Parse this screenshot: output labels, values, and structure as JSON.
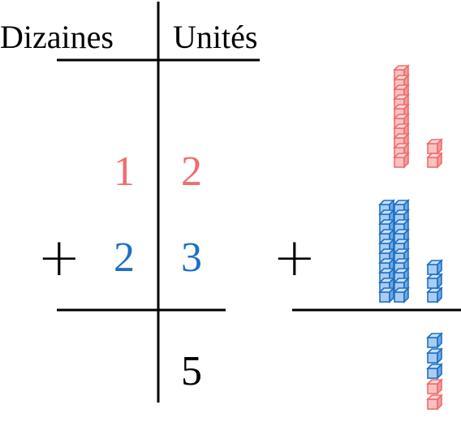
{
  "headers": {
    "tens": "Dizaines",
    "units": "Unités"
  },
  "addition": {
    "row1": {
      "tens": "1",
      "units": "2"
    },
    "row2": {
      "operator": "+",
      "tens": "2",
      "units": "3"
    },
    "result": {
      "units": "5"
    }
  },
  "blocks_operator": "+",
  "colors": {
    "red": "#f26b6b",
    "blue": "#1f6fc4",
    "ink": "#000000"
  },
  "blocks": {
    "first_number": {
      "tens_rods": 1,
      "unit_cubes": 2,
      "color": "red"
    },
    "second_number": {
      "tens_rods": 2,
      "unit_cubes": 3,
      "color": "blue"
    },
    "result_units": {
      "blue_cubes": 3,
      "red_cubes": 2
    }
  }
}
